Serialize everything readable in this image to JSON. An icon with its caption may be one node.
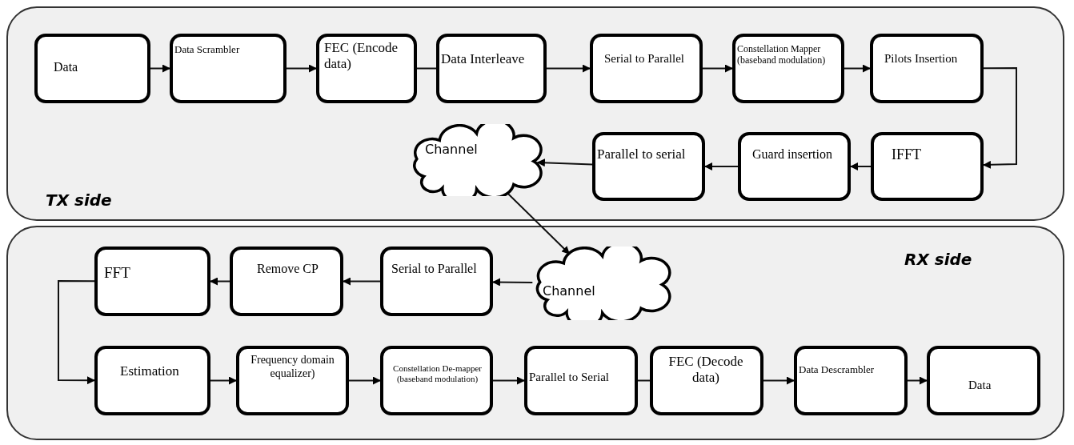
{
  "diagram": {
    "nodes": [
      {
        "text": [
          "TX side"
        ]
      },
      {
        "text": [
          "Data"
        ],
        "in": 0
      },
      {
        "text": [
          "Data Scrambler"
        ],
        "in": 0
      },
      {
        "text": [
          "FEC (Encode data)"
        ],
        "in": 0
      },
      {
        "text": [
          "Data Interleave"
        ],
        "in": 0
      },
      {
        "text": [
          "Serial to Parallel"
        ],
        "in": 0
      },
      {
        "text": [
          "Constellation Mapper (baseband modulation)"
        ],
        "in": 0
      },
      {
        "text": [
          "Pilots Insertion"
        ],
        "in": 0
      },
      {
        "text": [
          "Channel"
        ],
        "in": 0
      },
      {
        "text": [
          "Parallel to serial"
        ],
        "in": 0
      },
      {
        "text": [
          "Guard insertion"
        ],
        "in": 0
      },
      {
        "text": [
          "IFFT"
        ],
        "in": 0
      },
      {
        "text": [
          "RX side"
        ]
      },
      {
        "text": [
          "FFT"
        ],
        "in": 12
      },
      {
        "text": [
          "Remove CP"
        ],
        "in": 12
      },
      {
        "text": [
          "Serial to Parallel"
        ],
        "in": 12
      },
      {
        "text": [
          "Channel"
        ],
        "in": 12
      },
      {
        "text": [
          "Estimation"
        ],
        "in": 12
      },
      {
        "text": [
          "Frequency domain equalizer)"
        ],
        "in": 12
      },
      {
        "text": [
          "Constellation De-mapper (baseband modulation)"
        ],
        "in": 12
      },
      {
        "text": [
          "Parallel to Serial"
        ],
        "in": 12
      },
      {
        "text": [
          "FEC (Decode data)"
        ],
        "in": 12
      },
      {
        "text": [
          "Data Descrambler"
        ],
        "in": 12
      },
      {
        "text": [
          "Data"
        ],
        "in": 12
      }
    ],
    "edges": [
      {
        "from": 1,
        "to": 2,
        "arrow": "to"
      },
      {
        "from": 2,
        "to": 3,
        "arrow": "to"
      },
      {
        "from": 3,
        "to": 4,
        "arrow": "none"
      },
      {
        "from": 4,
        "to": 5,
        "arrow": "to"
      },
      {
        "from": 5,
        "to": 6,
        "arrow": "to"
      },
      {
        "from": 6,
        "to": 7,
        "arrow": "to"
      },
      {
        "from": 7,
        "to": 11,
        "arrow": "to"
      },
      {
        "from": 11,
        "to": 10,
        "arrow": "to"
      },
      {
        "from": 10,
        "to": 9,
        "arrow": "to"
      },
      {
        "from": 9,
        "to": 8,
        "arrow": "to"
      },
      {
        "from": 8,
        "to": 16,
        "arrow": "to"
      },
      {
        "from": 16,
        "to": 15,
        "arrow": "to"
      },
      {
        "from": 15,
        "to": 14,
        "arrow": "to"
      },
      {
        "from": 14,
        "to": 13,
        "arrow": "to"
      },
      {
        "from": 13,
        "to": 17,
        "arrow": "to"
      },
      {
        "from": 17,
        "to": 18,
        "arrow": "to"
      },
      {
        "from": 18,
        "to": 19,
        "arrow": "to"
      },
      {
        "from": 19,
        "to": 20,
        "arrow": "to"
      },
      {
        "from": 20,
        "to": 21,
        "arrow": "none"
      },
      {
        "from": 21,
        "to": 22,
        "arrow": "to"
      },
      {
        "from": 22,
        "to": 23,
        "arrow": "to"
      }
    ]
  }
}
